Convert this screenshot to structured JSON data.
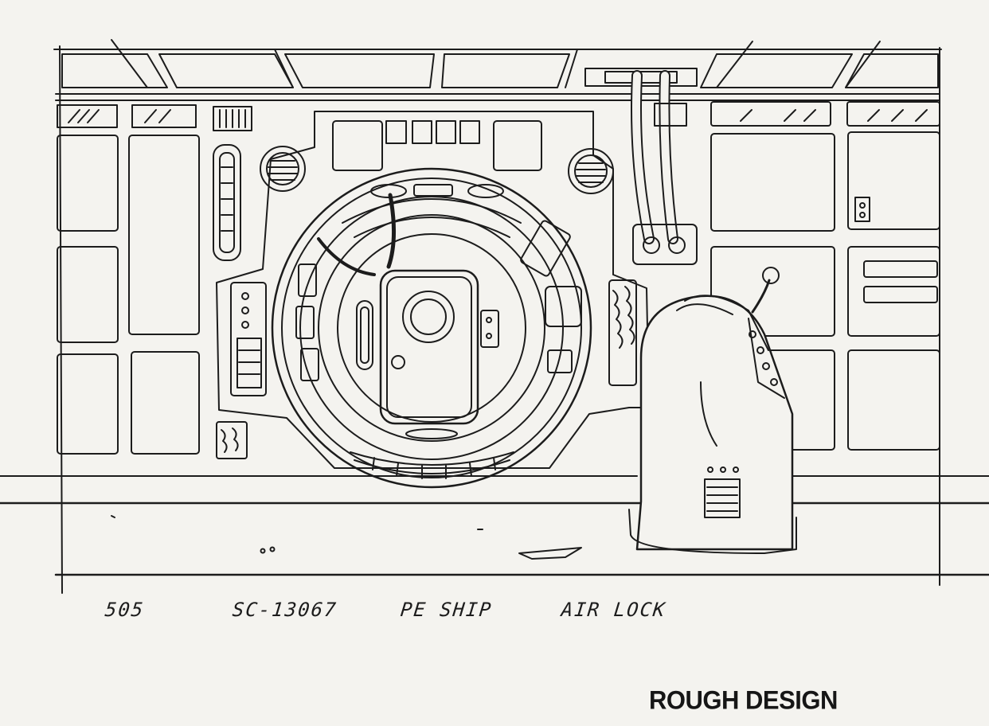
{
  "captions": {
    "page_number": "505",
    "scene": "SC-13067",
    "set": "PE SHIP",
    "location": "AIR LOCK"
  },
  "stamp": "ROUGH DESIGN",
  "colors": {
    "paper": "#f4f3ef",
    "ink": "#1c1c1c"
  }
}
